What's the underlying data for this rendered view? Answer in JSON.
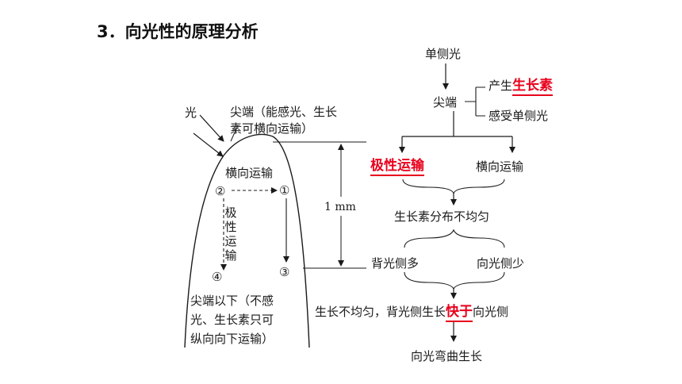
{
  "title": "3．向光性的原理分析",
  "left": {
    "light": "光",
    "tip_line1": "尖端（能感光、生长",
    "tip_line2": "素可横向运输）",
    "lateral": "横向运输",
    "polar_chars": [
      "极",
      "性",
      "运",
      "输"
    ],
    "circle_1": "①",
    "circle_2": "②",
    "circle_3": "③",
    "circle_4": "④",
    "below_line1": "尖端以下（不感",
    "below_line2": "光、生长素只可",
    "below_line3": "纵向向下运输）",
    "mm": "1 mm"
  },
  "right": {
    "unilateral_light": "单侧光",
    "tip": "尖端",
    "produce_prefix": "产生",
    "produce_highlight": "生长素",
    "sense": "感受单侧光",
    "polar_transport": "极性运输",
    "lateral_transport": "横向运输",
    "uneven": "生长素分布不均匀",
    "back_more": "背光侧多",
    "front_less": "向光侧少",
    "growth_prefix": "生长不均匀，背光侧生长",
    "growth_highlight": "快于",
    "growth_suffix": "向光侧",
    "result": "向光弯曲生长"
  },
  "colors": {
    "highlight": "#e8001c",
    "text": "#1a1a1a"
  }
}
